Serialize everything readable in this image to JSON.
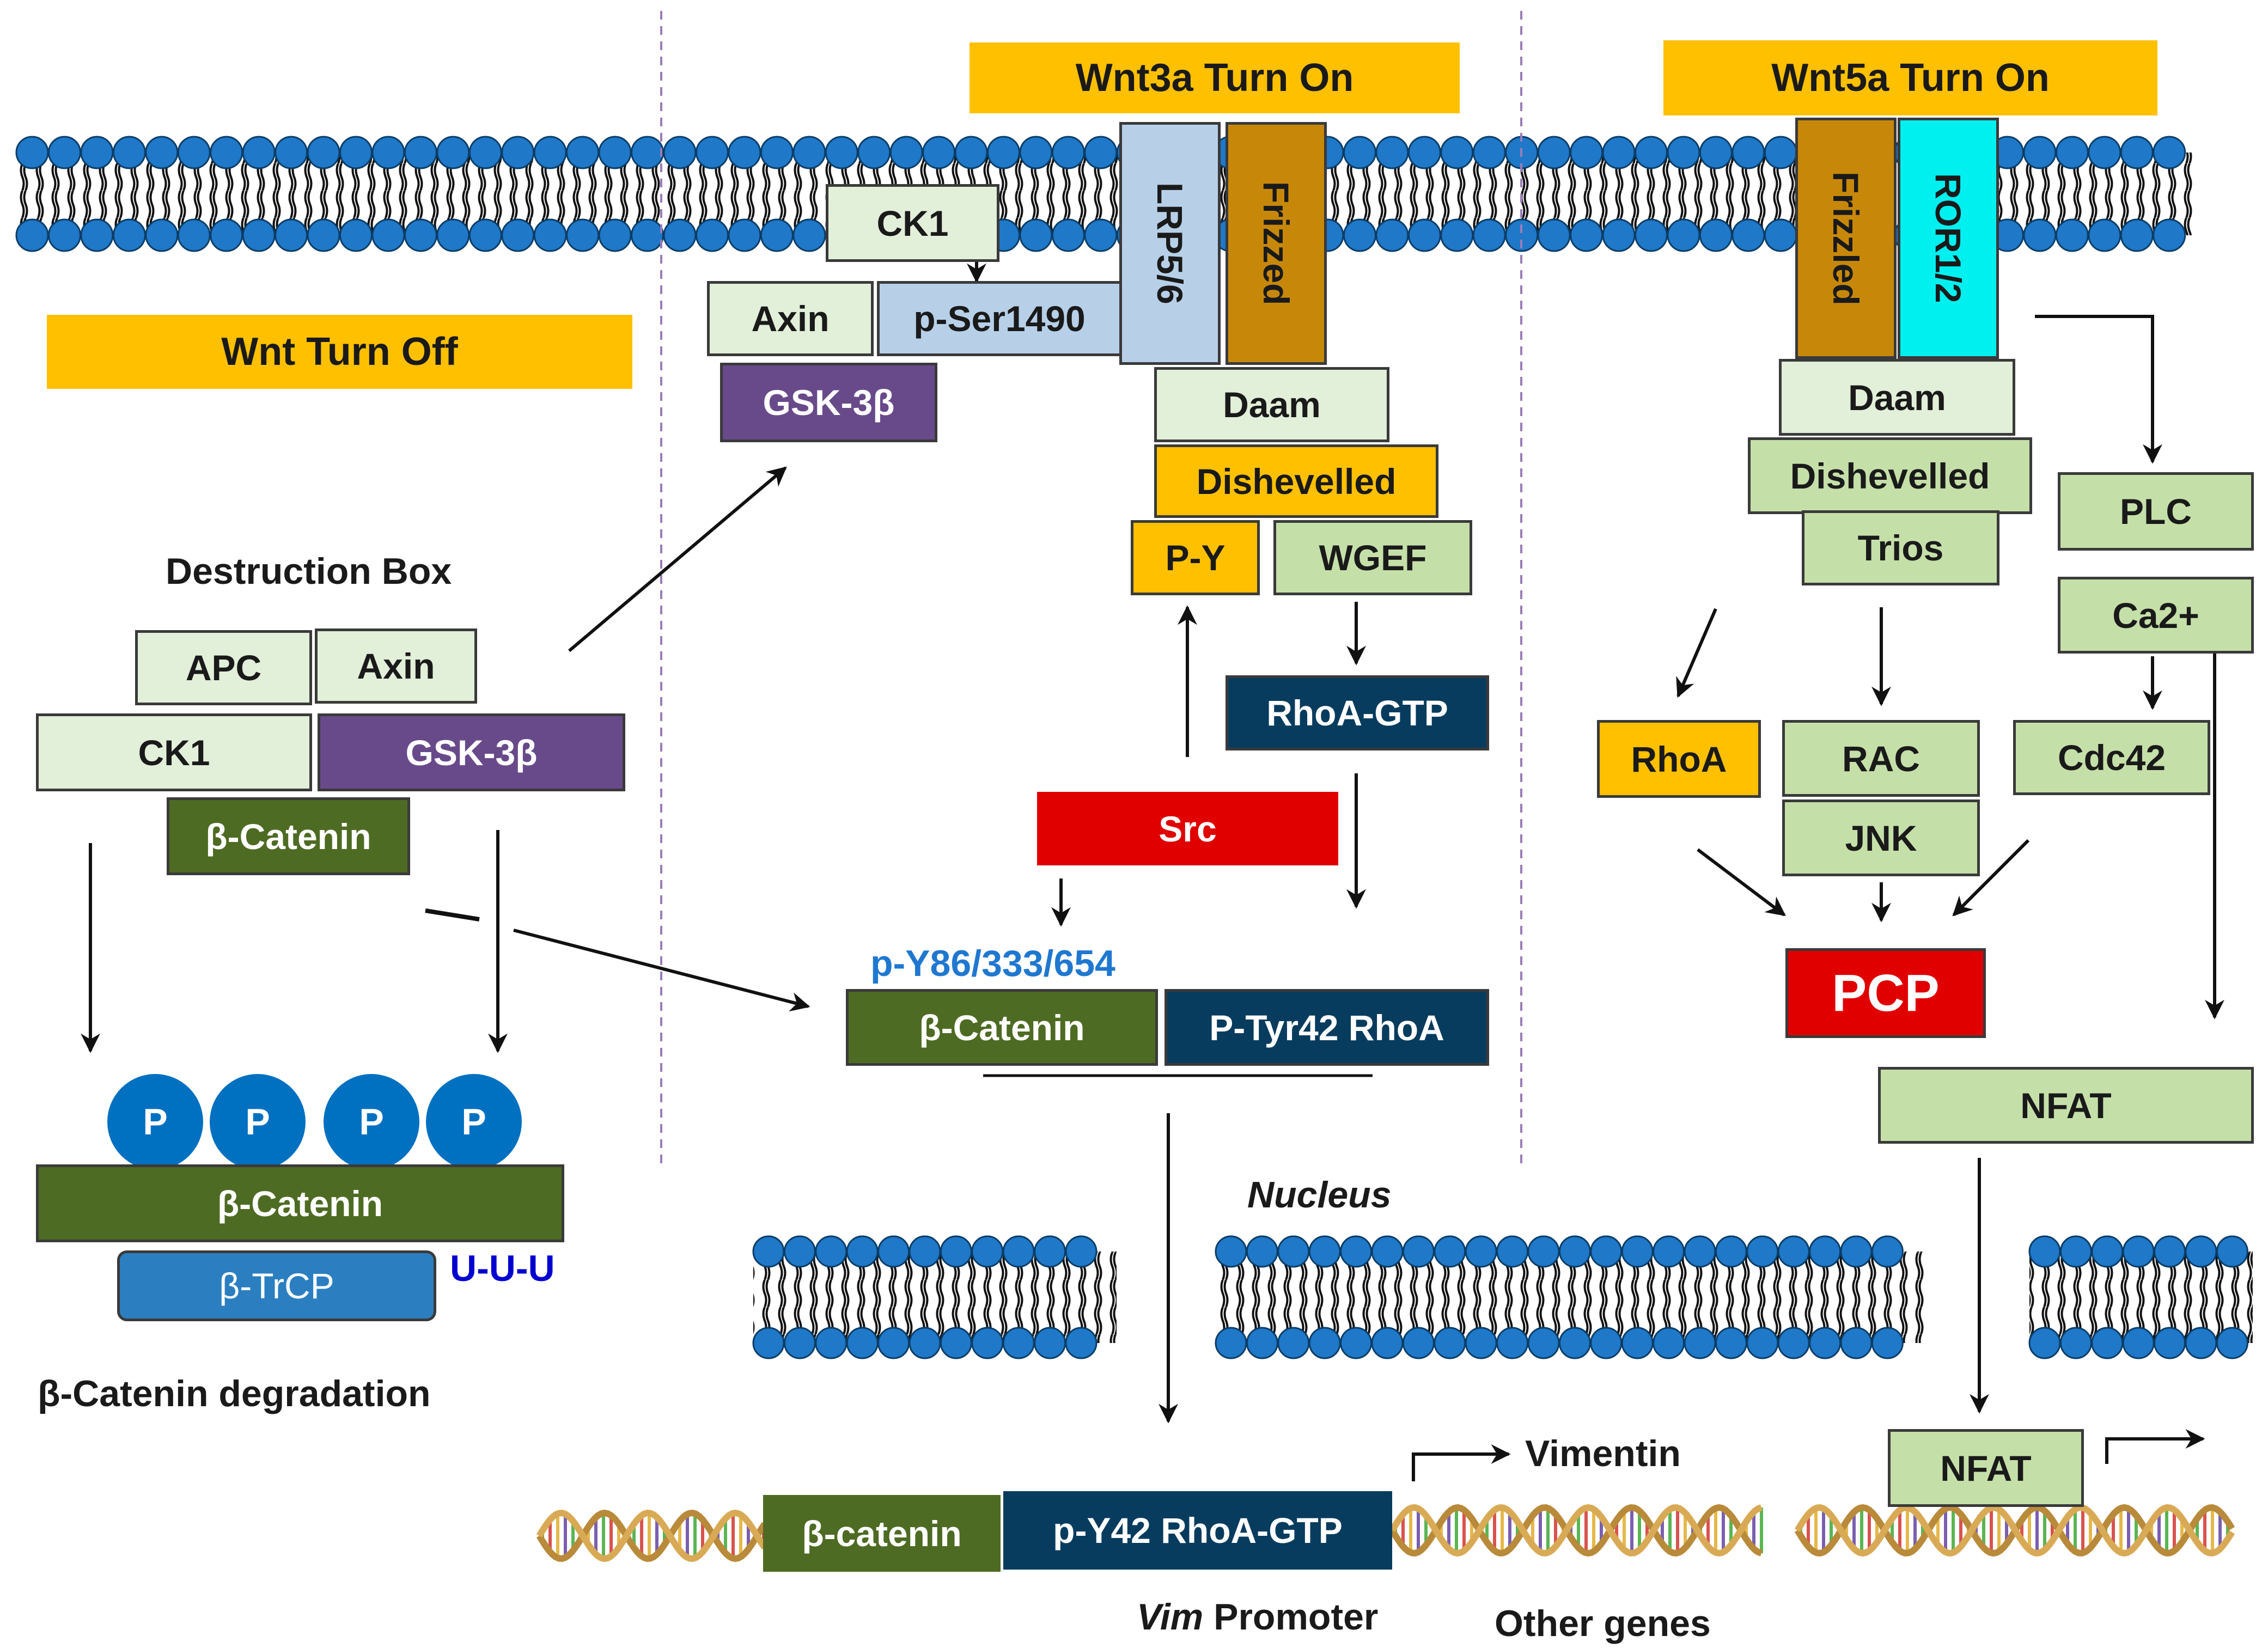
{
  "banners": {
    "wnt_off": "Wnt Turn Off",
    "wnt3a_on": "Wnt3a Turn On",
    "wnt5a_on": "Wnt5a Turn On"
  },
  "off_panel": {
    "destruction_box_label": "Destruction Box",
    "apc": "APC",
    "axin": "Axin",
    "ck1": "CK1",
    "gsk3b": "GSK-3β",
    "beta_catenin": "β-Catenin",
    "phospho": [
      "P",
      "P",
      "P",
      "P"
    ],
    "beta_catenin_phospho": "β-Catenin",
    "btrcp": "β-TrCP",
    "ubiquitin": "U-U-U",
    "degradation_label": "β-Catenin degradation"
  },
  "wnt3a_panel": {
    "ck1": "CK1",
    "axin": "Axin",
    "p_ser1490": "p-Ser1490",
    "gsk3b": "GSK-3β",
    "lrp56": "LRP5/6",
    "frizzled": "Frizzed",
    "daam": "Daam",
    "dishevelled": "Dishevelled",
    "py": "P-Y",
    "wgef": "WGEF",
    "rhoa_gtp": "RhoA-GTP",
    "src": "Src",
    "py_sites": "p-Y86/333/654",
    "beta_catenin": "β-Catenin",
    "ptyr42_rhoa": "P-Tyr42 RhoA"
  },
  "wnt5a_panel": {
    "frizzled": "Frizzled",
    "ror12": "ROR1/2",
    "daam": "Daam",
    "dishevelled": "Dishevelled",
    "trios": "Trios",
    "plc": "PLC",
    "ca2": "Ca2+",
    "rhoa": "RhoA",
    "rac": "RAC",
    "cdc42": "Cdc42",
    "jnk": "JNK",
    "pcp": "PCP",
    "nfat_cyto": "NFAT",
    "nfat_nuc": "NFAT"
  },
  "nucleus": {
    "label": "Nucleus",
    "beta_catenin": "β-catenin",
    "py42_rhoa_gtp": "p-Y42 RhoA-GTP",
    "vim_italic": "Vim",
    "promoter": "Promoter",
    "vimentin": "Vimentin",
    "other_genes": "Other genes"
  },
  "colors": {
    "banner": "#ffc000",
    "lipid_head": "#1f78c8",
    "dark_green": "#4e6b23",
    "purple": "#684a8a",
    "navy": "#083c5e",
    "red": "#e00000",
    "blue_text": "#0070c0"
  }
}
